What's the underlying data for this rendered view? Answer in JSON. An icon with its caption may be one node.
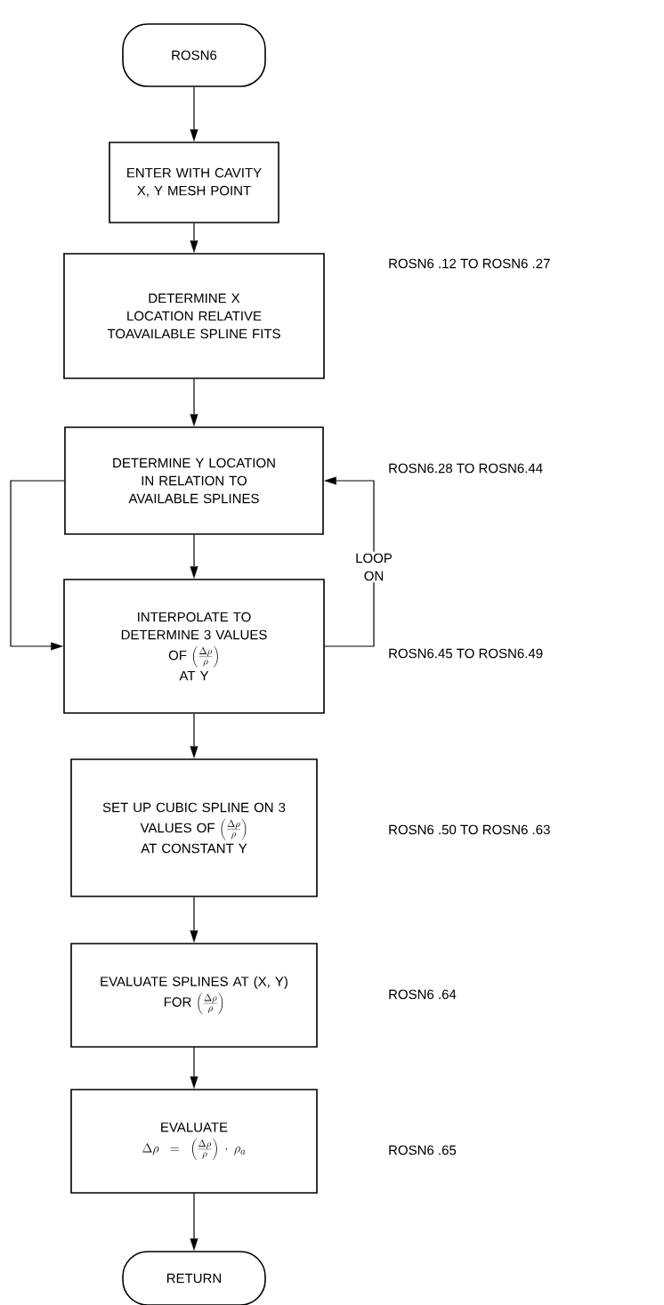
{
  "diagram": {
    "nodes": [
      {
        "text": [
          "ROSN6"
        ]
      },
      {
        "text": [
          "ENTER WITH CAVITY X, Y MESH POINT"
        ]
      },
      {
        "text": [
          "DETERMINE X LOCATION RELATIVE TOAVAILABLE SPLINE FITS"
        ]
      },
      {
        "text": [
          "DETERMINE Y LOCATION IN RELATION TO AVAILABLE SPLINES"
        ]
      },
      {
        "text": [
          "INTERPOLATE TO DETERMINE 3 VALUES",
          "OF",
          "\\left(\\frac{\\Delta\\rho}{\\rho}\\right)",
          "AT Y"
        ]
      },
      {
        "text": [
          "SET UP CUBIC SPLINE ON 3",
          "VALUES OF",
          "\\left(\\frac{\\Delta\\rho}{\\rho}\\right)",
          "AT CONSTANT Y"
        ]
      },
      {
        "text": [
          "EVALUATE SPLINES AT (X, Y)",
          "FOR",
          "\\left(\\frac{\\Delta\\rho}{\\rho}\\right)"
        ]
      },
      {
        "text": [
          "EVALUATE",
          "\\Delta\\rho = \\left(\\frac{\\Delta\\rho}{\\rho}\\right)\\cdot\\rho_a"
        ]
      },
      {
        "text": [
          "RETURN"
        ]
      }
    ],
    "edges": [
      {
        "from": 0,
        "to": 1,
        "arrow": "to"
      },
      {
        "from": 1,
        "to": 2,
        "arrow": "to"
      },
      {
        "from": 2,
        "to": 3,
        "arrow": "to"
      },
      {
        "from": 3,
        "to": 4,
        "arrow": "to"
      },
      {
        "from": 3,
        "to": 4,
        "arrow": "to"
      },
      {
        "from": 4,
        "to": 3,
        "arrow": "to",
        "label": "LOOP ON"
      },
      {
        "from": 4,
        "to": 5,
        "arrow": "to"
      },
      {
        "from": 5,
        "to": 6,
        "arrow": "to"
      },
      {
        "from": 6,
        "to": 7,
        "arrow": "to"
      },
      {
        "from": 7,
        "to": 8,
        "arrow": "to"
      }
    ],
    "labels": [
      "ROSN6 .12 TO ROSN6 .27",
      "ROSN6.28 TO ROSN6.44",
      "ROSN6.45 TO ROSN6.49",
      "ROSN6 .50 TO ROSN6 .63",
      "ROSN6 .64",
      "ROSN6 .65"
    ]
  }
}
